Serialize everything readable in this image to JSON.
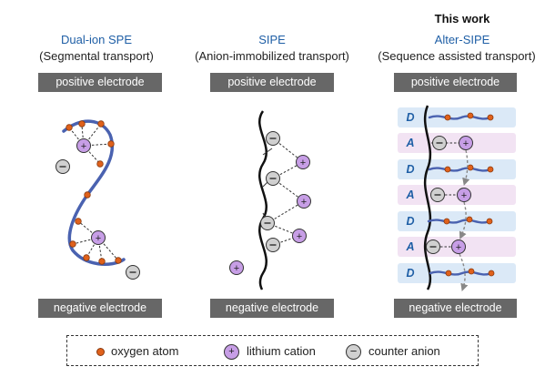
{
  "columns": [
    {
      "name": "Dual-ion SPE",
      "subtitle": "(Segmental transport)",
      "top_electrode": "positive electrode",
      "bottom_electrode": "negative electrode"
    },
    {
      "name": "SIPE",
      "subtitle": "(Anion-immobilized transport)",
      "top_electrode": "positive electrode",
      "bottom_electrode": "negative electrode"
    },
    {
      "name": "Alter-SIPE",
      "subtitle": "(Sequence assisted transport)",
      "top_electrode": "positive electrode",
      "bottom_electrode": "negative electrode",
      "heading": "This work"
    }
  ],
  "sequence_labels": [
    "D",
    "A",
    "D",
    "A",
    "D",
    "A",
    "D"
  ],
  "legend": {
    "oxygen": "oxygen atom",
    "lithium": "lithium cation",
    "anion": "counter anion"
  },
  "symbols": {
    "plus": "+",
    "minus": "−"
  },
  "colors": {
    "chain_blue": "#4a62b0",
    "oxygen": "#e0611b",
    "lithium": "#c79ee6",
    "anion": "#d0d0d0",
    "donor_band": "#dbe9f7",
    "acceptor_band": "#f2e3f3",
    "label_blue": "#1f5fa6"
  }
}
